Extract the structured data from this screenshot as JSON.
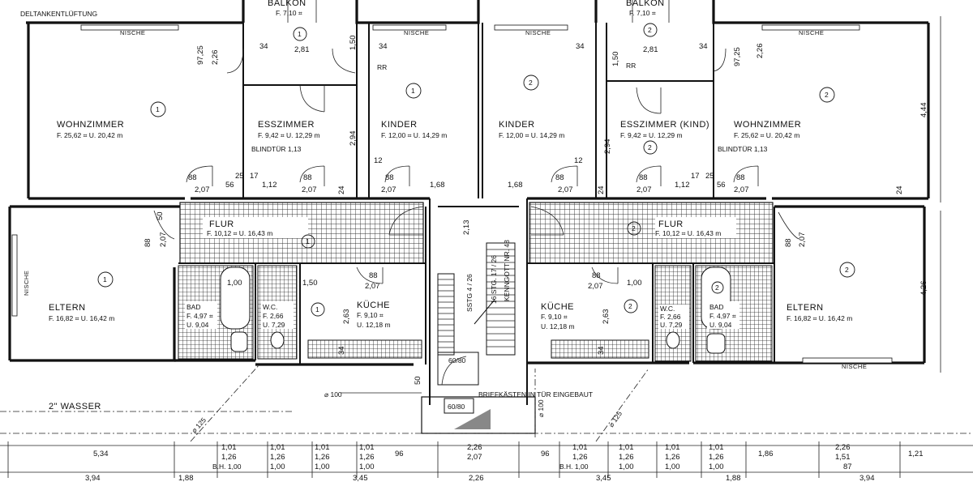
{
  "labels": {
    "vent": "DELTANKENTLÜFTUNG",
    "balkon1": "BALKON",
    "balkon1_area": "F. 7,10 ⌗",
    "balkon2": "BALKON",
    "balkon2_area": "F. 7,10 ⌗",
    "nische": "NISCHE",
    "wohn1": "WOHNZIMMER",
    "wohn1_area": "F. 25,62 ⌗   U. 20,42 m",
    "ess1": "ESSZIMMER",
    "ess1_area": "F. 9,42 ⌗  U. 12,29 m",
    "kinder1": "KINDER",
    "kinder1_area": "F. 12,00 ⌗  U. 14,29 m",
    "kinder2": "KINDER",
    "kinder2_area": "F. 12,00 ⌗  U. 14,29 m",
    "ess2": "ESSZIMMER (KIND)",
    "ess2_area": "F. 9,42 ⌗  U. 12,29 m",
    "wohn2": "WOHNZIMMER",
    "wohn2_area": "F. 25,62 ⌗   U. 20,42 m",
    "flur1": "FLUR",
    "flur1_area": "F. 10,12 ⌗  U. 16,43 m",
    "flur2": "FLUR",
    "flur2_area": "F. 10,12 ⌗  U. 16,43 m",
    "eltern1": "ELTERN",
    "eltern1_area": "F. 16,82 ⌗  U. 16,42 m",
    "eltern2": "ELTERN",
    "eltern2_area": "F. 16,82 ⌗  U. 16,42 m",
    "bad1": "BAD",
    "bad1_area": "F. 4,97 ⌗",
    "bad1_u": "U. 9,04",
    "bad2": "BAD",
    "bad2_area": "F. 4,97 ⌗",
    "bad2_u": "U. 9,04",
    "wc1": "W.C.",
    "wc1_area": "F. 2,66",
    "wc1_u": "U. 7,29",
    "wc2": "W.C.",
    "wc2_area": "F. 2,66",
    "wc2_u": "U. 7,29",
    "kueche1": "KÜCHE",
    "kueche1_area": "F. 9,10 ⌗",
    "kueche1_u": "U. 12,18 m",
    "kueche2": "KÜCHE",
    "kueche2_area": "F. 9,10 ⌗",
    "kueche2_u": "U. 12,18 m",
    "blindtuer1": "BLINDTÜR 1,13",
    "blindtuer2": "BLINDTÜR 1,13",
    "rr1": "RR",
    "rr2": "RR",
    "briefkasten": "BRIEFKÄSTEN IN TÜR EINGEBAUT",
    "wasser": "2\" WASSER",
    "phi100a": "⌀ 100",
    "phi100b": "⌀ 100",
    "phi125a": "⌀ 125",
    "phi125b": "⌀ 125",
    "size6080a": "60/80",
    "size6080b": "60/80",
    "stair_a": "SSTG  4  / 26",
    "stair_b": "16  STG. 17  / 26",
    "stair_c": "KENNGOTT  NR. 48"
  },
  "dims": {
    "d281a": "2,81",
    "d281b": "2,81",
    "d150a": "1,50",
    "d150b": "1,50",
    "d226a": "2,26",
    "d226b": "2,26",
    "d9725a": "97,25",
    "d9725b": "97,25",
    "d34": "34",
    "d294a": "2,94",
    "d294b": "2,94",
    "d885": "88",
    "d207": "2,07",
    "d112a": "1,12",
    "d112b": "1,12",
    "d168a": "1,68",
    "d168b": "1,68",
    "d56": "56",
    "d25": "25",
    "d24": "24",
    "d12": "12",
    "d17": "17",
    "d100a": "1,00",
    "d100b": "1,00",
    "d263a": "2,63",
    "d263b": "2,63",
    "d2135": "2,13",
    "d444": "4,44",
    "d426": "4,26",
    "d50": "50",
    "d96": "96",
    "b534": "5,34",
    "b101": "1,01",
    "b126": "1,26",
    "bbh": "B.H. 1,00",
    "b100": "1,00",
    "b226": "2,26",
    "b207": "2,07",
    "b186": "1,86",
    "b151": "1,51",
    "b87": "87",
    "b121": "1,21",
    "b394": "3,94",
    "b188": "1,88",
    "b345": "3,45",
    "b1885": "1,88"
  },
  "symbols": {
    "unit_left": "1",
    "unit_right": "2"
  }
}
